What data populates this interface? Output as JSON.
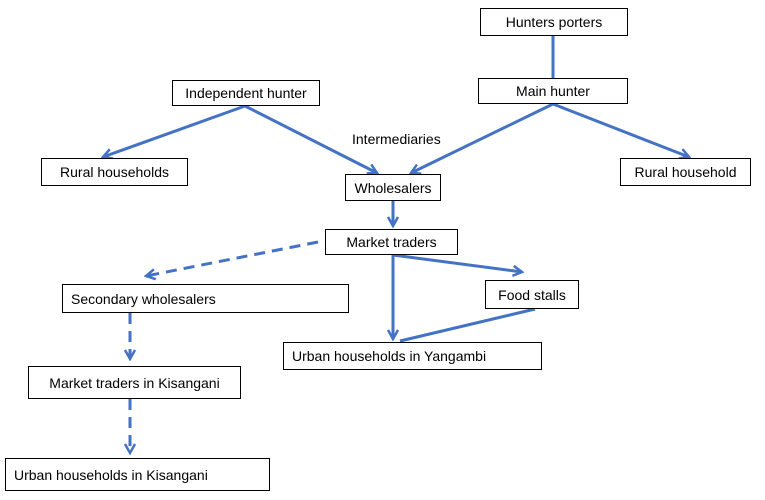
{
  "diagram": {
    "accent_color": "#4472c4",
    "nodes": {
      "hunters_porters": "Hunters porters",
      "main_hunter": "Main hunter",
      "independent_hunter": "Independent hunter",
      "rural_households": "Rural households",
      "rural_household": "Rural household",
      "wholesalers": "Wholesalers",
      "market_traders": "Market traders",
      "secondary_wholesalers": "Secondary wholesalers",
      "food_stalls": "Food stalls",
      "urban_households_yangambi": "Urban households in Yangambi",
      "market_traders_kisangani": "Market traders in Kisangani",
      "urban_households_kisangani": "Urban households in Kisangani"
    },
    "labels": {
      "intermediaries": "Intermediaries"
    }
  }
}
